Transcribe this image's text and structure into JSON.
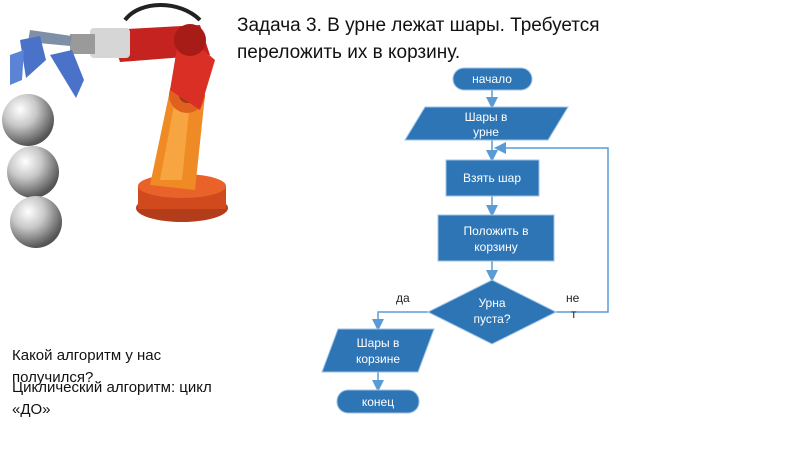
{
  "slide": {
    "title": "Задача 3. В урне лежат шары. Требуется переложить их в корзину.",
    "question": "Какой алгоритм у нас получился?",
    "answer_line1": "Циклический алгоритм: цикл",
    "answer_line2": "«ДО»"
  },
  "flowchart": {
    "start": "начало",
    "input": [
      "Шары в",
      "урне"
    ],
    "take": "Взять шар",
    "put": [
      "Положить в",
      "корзину"
    ],
    "decision": [
      "Урна",
      "пуста?"
    ],
    "yes": "да",
    "no": [
      "не",
      "т"
    ],
    "output": [
      "Шары в",
      "корзине"
    ],
    "end": "конец"
  },
  "colors": {
    "shape_fill": "#2e75b6",
    "shape_stroke": "#9dc3e6",
    "arrow": "#5b9bd5",
    "label_text": "#ffffff"
  },
  "illustration": {
    "icon": "robot-arm-with-balls"
  }
}
